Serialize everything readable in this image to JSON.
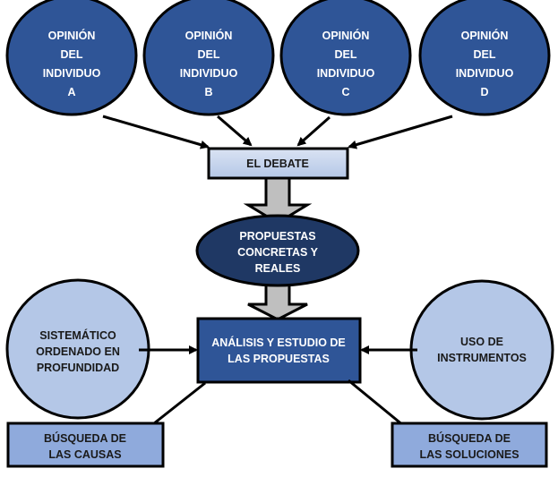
{
  "diagram": {
    "opinions": [
      {
        "lines": [
          "OPINIÓN",
          "DEL",
          "INDIVIDUO",
          "A"
        ]
      },
      {
        "lines": [
          "OPINIÓN",
          "DEL",
          "INDIVIDUO",
          "B"
        ]
      },
      {
        "lines": [
          "OPINIÓN",
          "DEL",
          "INDIVIDUO",
          "C"
        ]
      },
      {
        "lines": [
          "OPINIÓN",
          "DEL",
          "INDIVIDUO",
          "D"
        ]
      }
    ],
    "debate": {
      "label": "EL DEBATE"
    },
    "proposals": {
      "lines": [
        "PROPUESTAS",
        "CONCRETAS Y",
        "REALES"
      ]
    },
    "analysis": {
      "lines": [
        "ANÁLISIS Y ESTUDIO DE",
        "LAS PROPUESTAS"
      ]
    },
    "systematic": {
      "lines": [
        "SISTEMÁTICO",
        "ORDENADO EN",
        "PROFUNDIDAD"
      ]
    },
    "instruments": {
      "lines": [
        "USO DE",
        "INSTRUMENTOS"
      ]
    },
    "causes": {
      "lines": [
        "BÚSQUEDA DE",
        "LAS CAUSAS"
      ]
    },
    "solutions": {
      "lines": [
        "BÚSQUEDA DE",
        "LAS SOLUCIONES"
      ]
    },
    "colors": {
      "opinion_fill": "#2f5597",
      "proposal_fill": "#1f3864",
      "analysis_fill": "#2f5597",
      "light_circle_fill": "#b4c7e7",
      "bottom_box_fill": "#8faadc",
      "debate_fill_top": "#dae3f3",
      "debate_fill_bottom": "#b4c7e7",
      "block_arrow_fill": "#bfbfbf",
      "stroke": "#000000"
    }
  }
}
